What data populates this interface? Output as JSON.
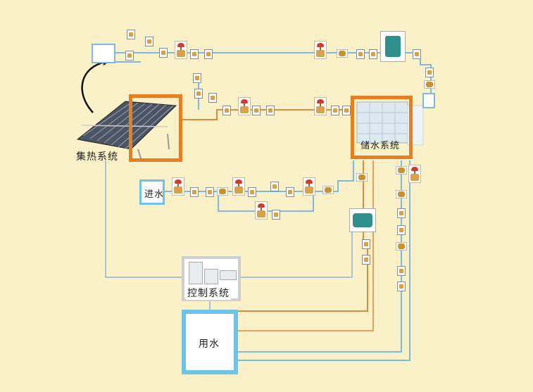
{
  "labels": {
    "collector": "集热系统",
    "storage": "储水系统",
    "inlet": "进水",
    "control": "控制系统",
    "usage": "用水"
  },
  "colors": {
    "background": "#fbf1c8",
    "hot_pipe": "#e08a3c",
    "cold_pipe": "#7fb8e0",
    "control_line": "#8fb0d8",
    "orange_frame": "#e67e22",
    "blue_frame": "#6ec3ea"
  },
  "icons": [
    "solar-collector-icon",
    "water-tank-icon",
    "pump-icon",
    "valve-icon",
    "control-cabinet-icon",
    "curved-arrow-icon"
  ]
}
